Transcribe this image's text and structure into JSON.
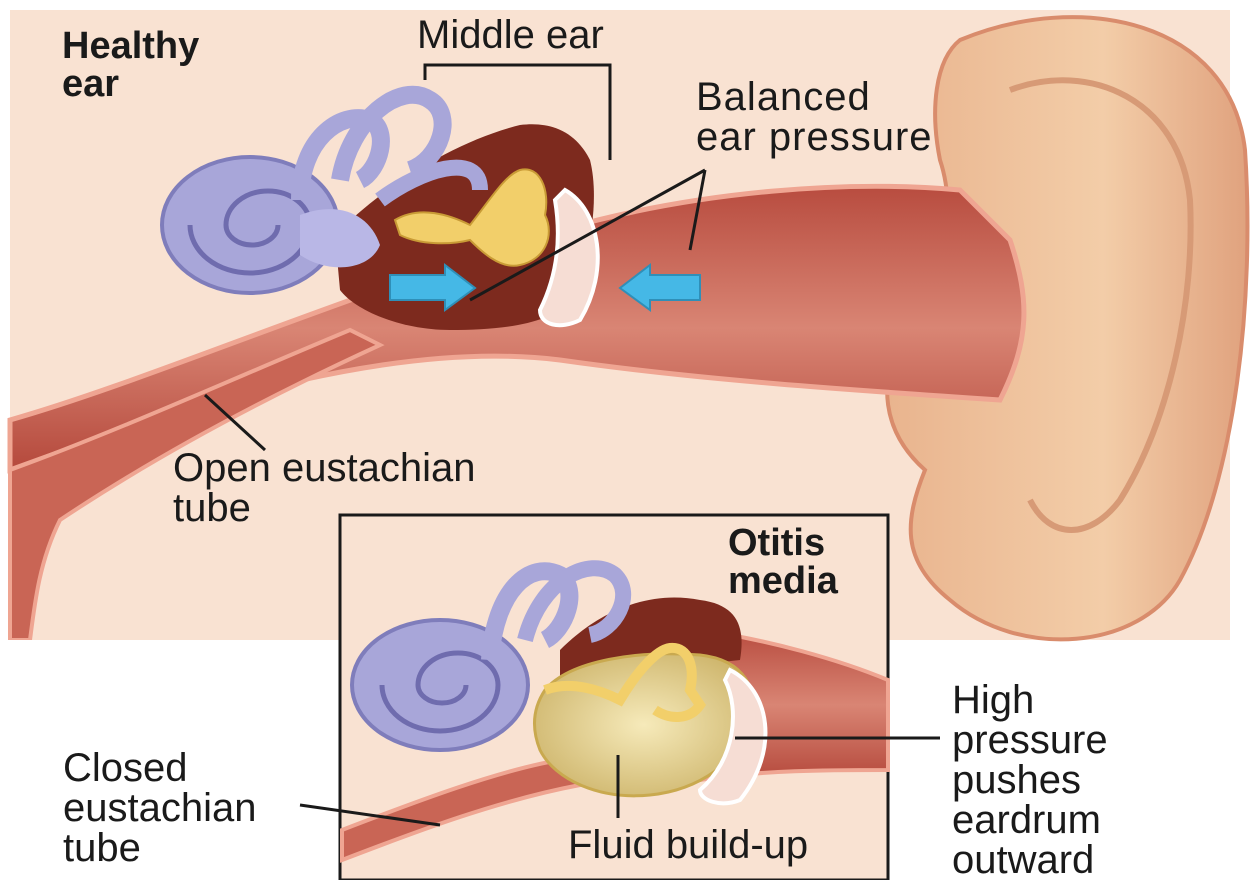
{
  "healthy": {
    "title": [
      "Healthy",
      "ear"
    ],
    "middle_ear": "Middle ear",
    "balanced_pressure": [
      "Balanced",
      "ear pressure"
    ],
    "open_tube": [
      "Open eustachian",
      "tube"
    ]
  },
  "otitis": {
    "title": [
      "Otitis",
      "media"
    ],
    "closed_tube": [
      "Closed",
      "eustachian",
      "tube"
    ],
    "fluid": "Fluid build-up",
    "high_pressure": [
      "High",
      "pressure",
      "pushes",
      "eardrum",
      "outward"
    ]
  },
  "colors": {
    "skin": "#f9e2d2",
    "canal": "#c9665a",
    "cavity": "#7d2a1e",
    "ossicle": "#f2cf6a",
    "inner_ear": "#a8a6d9",
    "arrow": "#45b8e6",
    "fluid": "#e8d596",
    "frame": "#1a1a1a"
  }
}
